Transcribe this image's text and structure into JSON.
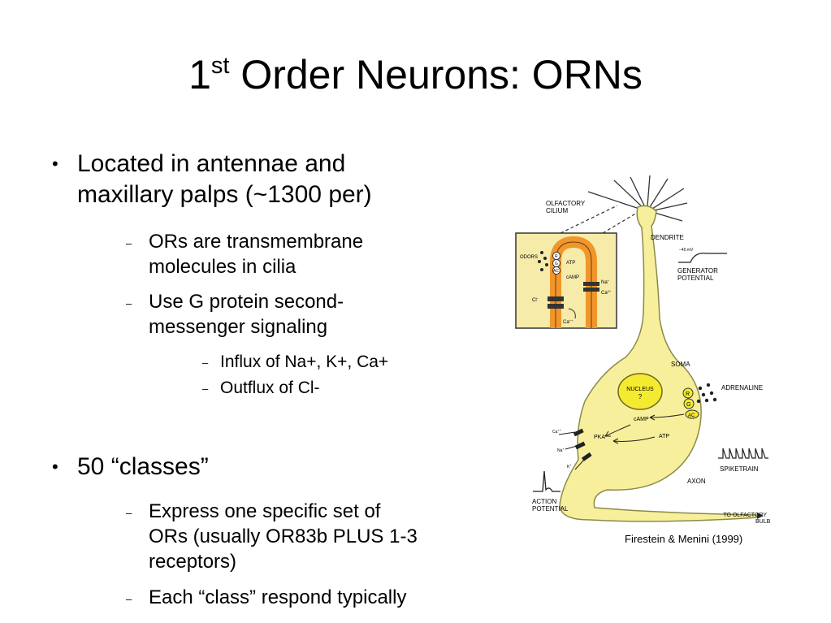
{
  "slide": {
    "title_prefix": "1",
    "title_sup": "st",
    "title_rest": " Order Neurons: ORNs"
  },
  "bullets": {
    "b1": {
      "line1": "Located in antennae and",
      "line2": "maxillary palps (~1300 per)"
    },
    "b1_s1": {
      "line1": "ORs are transmembrane",
      "line2": "molecules in cilia"
    },
    "b1_s2": {
      "line1": "Use G protein second-",
      "line2": "messenger signaling"
    },
    "b1_s2_a": "Influx of Na+, K+, Ca+",
    "b1_s2_b": "Outflux of Cl-",
    "b2": "50 “classes”",
    "b2_s1": {
      "line1": "Express one specific set of",
      "line2": "ORs (usually OR83b PLUS 1-3",
      "line3": "receptors)"
    },
    "b2_s2": "Each “class” respond typically"
  },
  "symbols": {
    "bullet": "•",
    "dash": "–"
  },
  "figure": {
    "citation": "Firestein & Menini (1999)",
    "labels": {
      "olfactory_cilium_1": "OLFACTORY",
      "olfactory_cilium_2": "CILIUM",
      "dendrite": "DENDRITE",
      "mv": "−40 mV",
      "generator_1": "GENERATOR",
      "generator_2": "POTENTIAL",
      "soma": "SOMA",
      "nucleus_1": "NUCLEUS",
      "nucleus_2": "?",
      "adrenaline": "ADRENALINE",
      "camp": "cAMP",
      "pka": "PKA",
      "atp": "ATP",
      "spiketrain": "SPIKETRAIN",
      "axon": "AXON",
      "action_1": "ACTION",
      "action_2": "POTENTIAL",
      "to_bulb_1": "TO OLFACTORY",
      "to_bulb_2": "BULB",
      "r": "R",
      "g": "G",
      "ac": "AC",
      "ca": "Ca",
      "na": "Na",
      "k": "K",
      "inset_odors": "ODORS",
      "inset_r": "R",
      "inset_g": "G",
      "inset_ac": "AC",
      "inset_atp": "ATP",
      "inset_camp": "cAMP",
      "inset_na": "Na",
      "inset_ca_right": "Ca",
      "inset_cl": "Cl",
      "inset_ca_bottom": "Ca",
      "sup_plus": "+",
      "sup_2plus": "2+",
      "sup_minus": "−",
      "sup_plus_plus": "++"
    }
  },
  "colors": {
    "neuron_fill": "#f8ef9c",
    "neuron_stroke": "#8a8a4a",
    "inset_fill": "#f6eba8",
    "inset_membrane": "#f0962a",
    "nucleus_fill": "#f4ea30"
  }
}
